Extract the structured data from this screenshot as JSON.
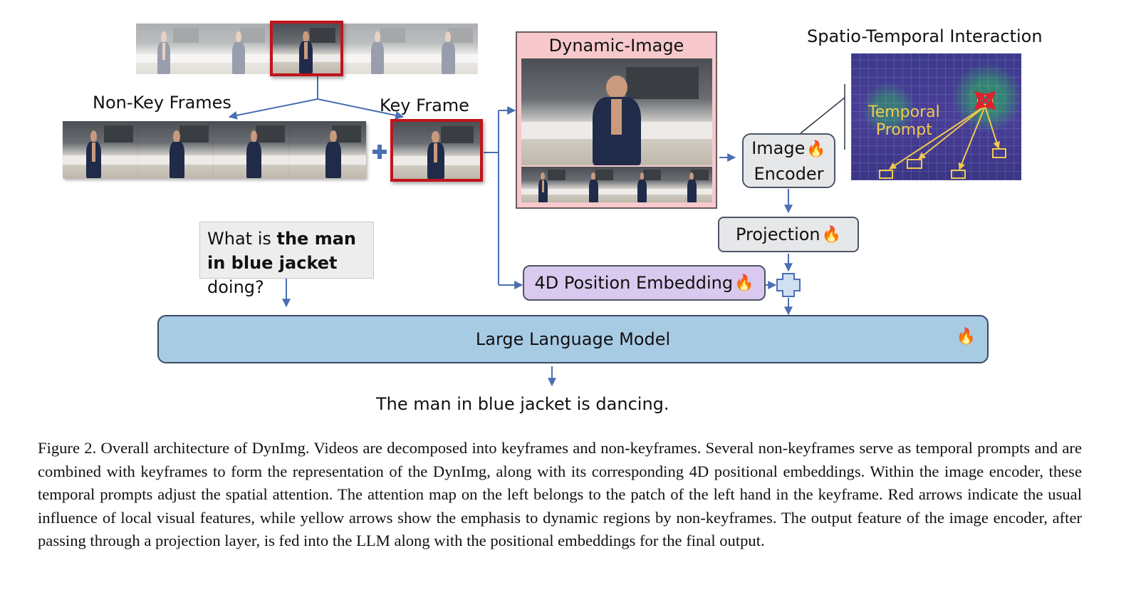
{
  "diagram": {
    "non_key_label": "Non-Key Frames",
    "key_label": "Key Frame",
    "dynamic_image_label": "Dynamic-Image",
    "spatio_temporal_label": "Spatio-Temporal Interaction",
    "temporal_prompt_label_1": "Temporal",
    "temporal_prompt_label_2": "Prompt",
    "image_encoder_line1": "Image",
    "image_encoder_line2": "Encoder",
    "projection_label": "Projection",
    "position_embedding_label": "4D Position Embedding",
    "question_prefix": "What is ",
    "question_bold": "the man in blue jacket",
    "question_suffix": " doing?",
    "llm_label": "Large Language Model",
    "answer": "The man in blue jacket is dancing.",
    "flame_icon": "fire-icon",
    "colors": {
      "key_frame_border": "#c0141b",
      "arrow": "#4a6fb3",
      "dynamic_image_bg": "#f7c9cc",
      "position_embedding_bg": "#d9c9ee",
      "llm_bg": "#a8cbe4",
      "encoder_bg": "#e6e7e9"
    }
  },
  "caption": {
    "text": "Figure 2. Overall architecture of DynImg. Videos are decomposed into keyframes and non-keyframes. Several non-keyframes serve as temporal prompts and are combined with keyframes to form the representation of the DynImg, along with its corresponding 4D positional embeddings. Within the image encoder, these temporal prompts adjust the spatial attention. The attention map on the left belongs to the patch of the left hand in the keyframe. Red arrows indicate the usual influence of local visual features, while yellow arrows show the emphasis to dynamic regions by non-keyframes. The output feature of the image encoder, after passing through a projection layer, is fed into the LLM along with the positional embeddings for the final output."
  }
}
